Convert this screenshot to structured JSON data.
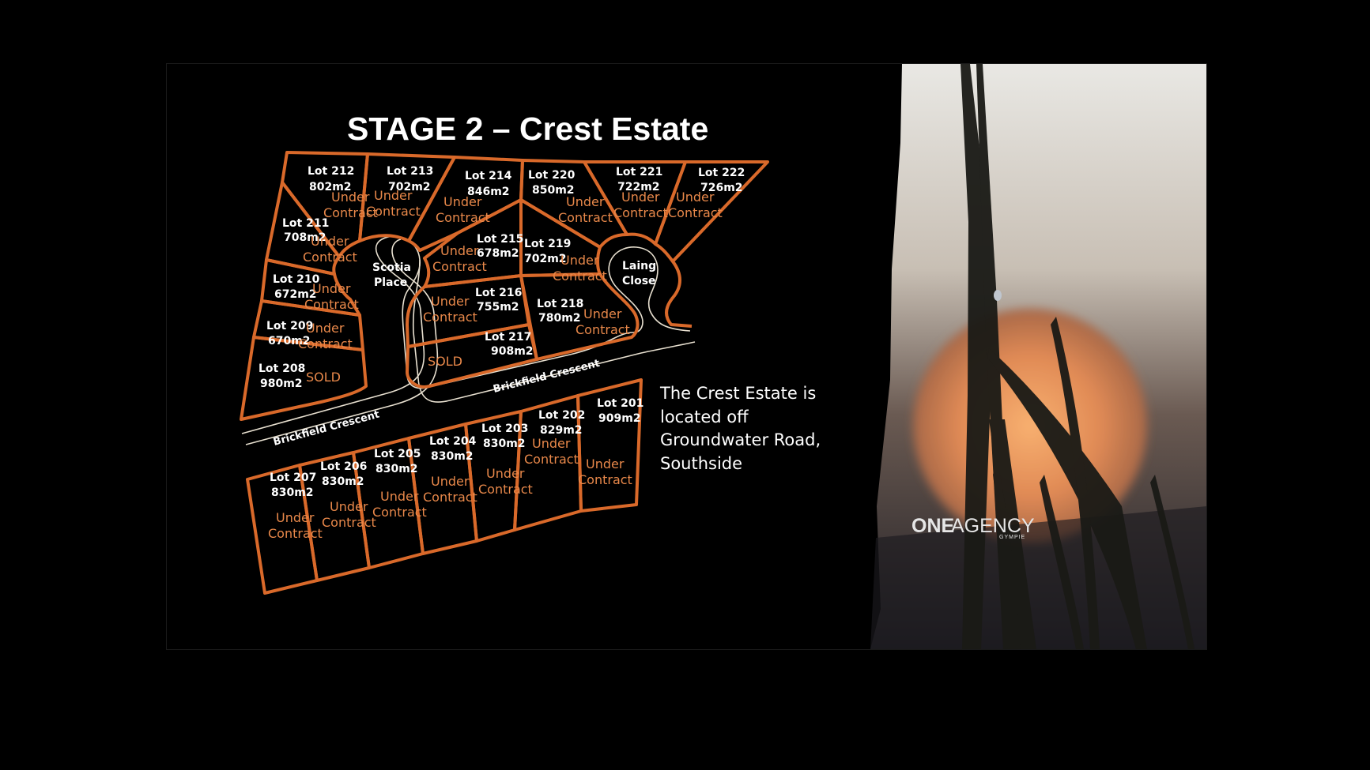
{
  "title": "STAGE 2 – Crest Estate",
  "description": [
    "The Crest Estate is",
    "located off",
    "Groundwater Road,",
    "Southside"
  ],
  "brand": {
    "part1": "ONE",
    "part2": "AGENCY",
    "location": "GYMPIE"
  },
  "streets": {
    "brickfield_left": "Brickfield  Crescent",
    "brickfield_right": "Brickfield  Crescent",
    "scotia_1": "Scotia",
    "scotia_2": "Place",
    "laing_1": "Laing",
    "laing_2": "Close"
  },
  "colors": {
    "lot_outline": "#d9692a",
    "status_text": "#e8884a",
    "road_edge": "#e8e0d0"
  },
  "lots": [
    {
      "name": "Lot 212",
      "area": "802m2",
      "status": "Under Contract"
    },
    {
      "name": "Lot 213",
      "area": "702m2",
      "status": "Under Contract"
    },
    {
      "name": "Lot 214",
      "area": "846m2",
      "status": "Under Contract"
    },
    {
      "name": "Lot 220",
      "area": "850m2",
      "status": "Under Contract"
    },
    {
      "name": "Lot 221",
      "area": "722m2",
      "status": "Under Contract"
    },
    {
      "name": "Lot 222",
      "area": "726m2",
      "status": "Under Contract"
    },
    {
      "name": "Lot 211",
      "area": "708m2",
      "status": "Under Contract"
    },
    {
      "name": "Lot 215",
      "area": "678m2",
      "status": "Under Contract"
    },
    {
      "name": "Lot 219",
      "area": "702m2",
      "status": "Under Contract"
    },
    {
      "name": "Lot 210",
      "area": "672m2",
      "status": "Under Contract"
    },
    {
      "name": "Lot 216",
      "area": "755m2",
      "status": "Under Contract"
    },
    {
      "name": "Lot 218",
      "area": "780m2",
      "status": "Under Contract"
    },
    {
      "name": "Lot 209",
      "area": "670m2",
      "status": "Under Contract"
    },
    {
      "name": "Lot 217",
      "area": "908m2",
      "status": "SOLD"
    },
    {
      "name": "Lot 208",
      "area": "980m2",
      "status": "SOLD"
    },
    {
      "name": "Lot 201",
      "area": "909m2",
      "status": "Under Contract"
    },
    {
      "name": "Lot 202",
      "area": "829m2",
      "status": "Under Contract"
    },
    {
      "name": "Lot 203",
      "area": "830m2",
      "status": "Under Contract"
    },
    {
      "name": "Lot 204",
      "area": "830m2",
      "status": "Under Contract"
    },
    {
      "name": "Lot 205",
      "area": "830m2",
      "status": "Under Contract"
    },
    {
      "name": "Lot 206",
      "area": "830m2",
      "status": "Under Contract"
    },
    {
      "name": "Lot 207",
      "area": "830m2",
      "status": "Under Contract"
    }
  ]
}
